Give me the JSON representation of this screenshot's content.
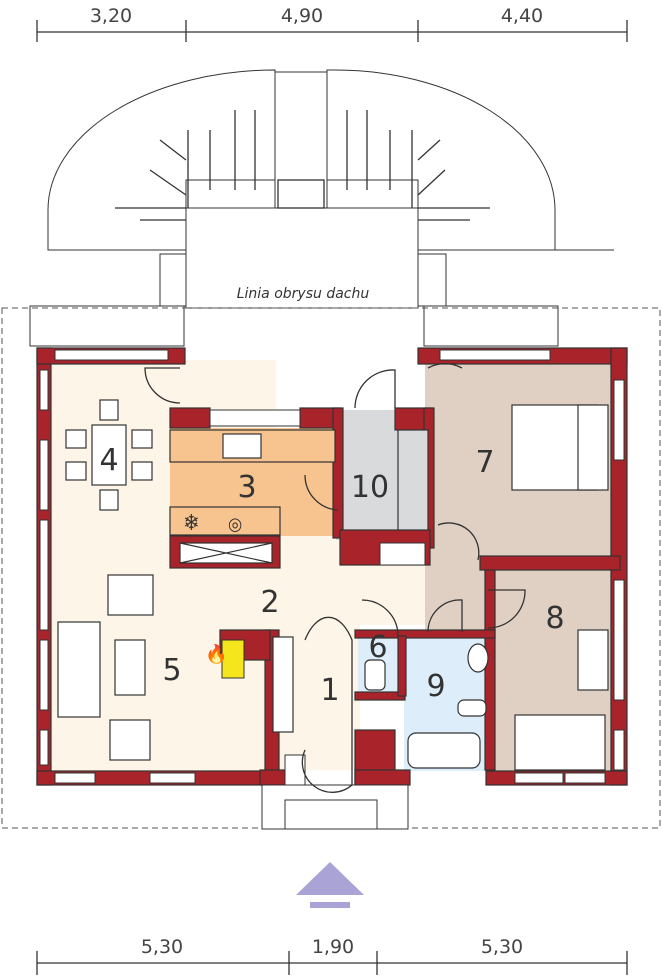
{
  "dimensions_top": [
    "3,20",
    "4,90",
    "4,40"
  ],
  "dimensions_bottom": [
    "5,30",
    "1,90",
    "5,30"
  ],
  "roof_outline_label": "Linia obrysu dachu",
  "rooms": [
    {
      "number": "1"
    },
    {
      "number": "2"
    },
    {
      "number": "3"
    },
    {
      "number": "4"
    },
    {
      "number": "5"
    },
    {
      "number": "6"
    },
    {
      "number": "7"
    },
    {
      "number": "8"
    },
    {
      "number": "9"
    },
    {
      "number": "10"
    }
  ],
  "colors": {
    "wall": "#a8232a",
    "living": "#fdf6e8",
    "kitchen": "#f7c38e",
    "utility": "#d9dadc",
    "bedroom": "#e0d0c4",
    "bathroom": "#ddeefa",
    "fireplace": "#f4e51c",
    "entrance_arrow": "#a9a3d6"
  },
  "icons": [
    "entrance-arrow-icon",
    "fridge-snowflake-icon",
    "stove-icon",
    "sink-icon",
    "fire-icon",
    "bathtub-icon",
    "toilet-icon",
    "bed-icon"
  ]
}
